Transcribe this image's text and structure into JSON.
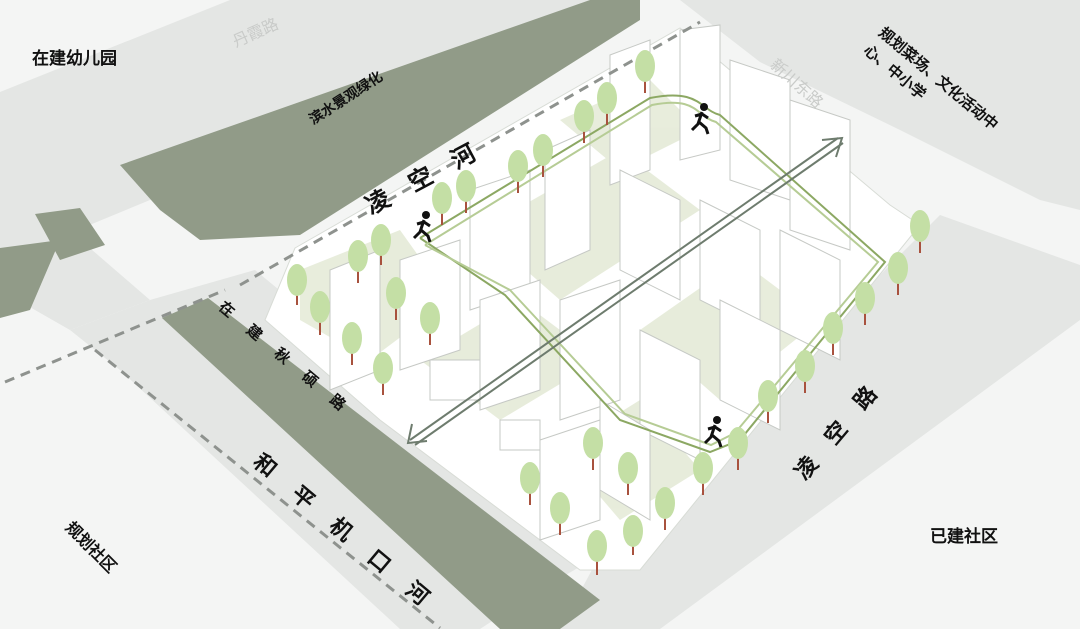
{
  "labels": {
    "kindergarten": "在建幼儿园",
    "danxia_road": "丹霞路",
    "waterfront_green": "滨水景观绿化",
    "lingkong_river": "凌 空 河",
    "xinchuan_east_road": "新川东路",
    "planned_facilities": "规划菜场、文化活动中心、中小学",
    "zaijian_qiushuo_road": "在 建 秋 硕 路",
    "heping_jikou_river": "和 平 机 口 河",
    "lingkong_road": "凌 空 路",
    "planned_community": "规划社区",
    "built_community": "已建社区"
  },
  "colors": {
    "river": "#919b88",
    "road": "#e4e6e4",
    "land": "#f4f5f4",
    "green_area": "#e5ebd8",
    "tree_crown": "#c4dfa5",
    "tree_trunk": "#a8523e",
    "path": "#8ca863",
    "axis": "#6e7c6e",
    "boundary": "#8e928e"
  },
  "icons": [
    "runner-icon",
    "tree-icon",
    "arrow-icon"
  ]
}
